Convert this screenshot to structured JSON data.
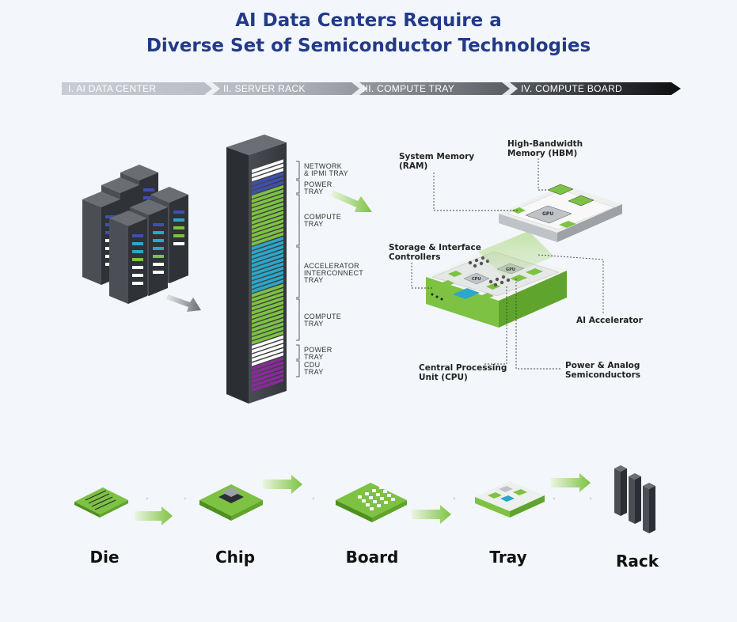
{
  "title": {
    "line1": "AI Data Centers Require a",
    "line2": "Diverse Set of Semiconductor Technologies"
  },
  "stages": [
    {
      "label": "I. AI DATA CENTER"
    },
    {
      "label": "II. SERVER RACK"
    },
    {
      "label": "III. COMPUTE TRAY"
    },
    {
      "label": "IV. COMPUTE BOARD"
    }
  ],
  "rack_labels": {
    "network_1": "NETWORK",
    "network_2": "& IPMI TRAY",
    "power_top_1": "POWER",
    "power_top_2": "TRAY",
    "compute_top_1": "COMPUTE",
    "compute_top_2": "TRAY",
    "accel_1": "ACCELERATOR",
    "accel_2": "INTERCONNECT",
    "accel_3": "TRAY",
    "compute_bot_1": "COMPUTE",
    "compute_bot_2": "TRAY",
    "power_bot_1": "POWER",
    "power_bot_2": "TRAY",
    "cdu_1": "CDU",
    "cdu_2": "TRAY"
  },
  "board_labels": {
    "system_memory_1": "System Memory",
    "system_memory_2": "(RAM)",
    "hbm_1": "High-Bandwidth",
    "hbm_2": "Memory (HBM)",
    "storage_1": "Storage & Interface",
    "storage_2": "Controllers",
    "ai_accel": "AI Accelerator",
    "cpu_1": "Central Processing",
    "cpu_2": "Unit (CPU)",
    "power_analog_1": "Power & Analog",
    "power_analog_2": "Semiconductors"
  },
  "chip_text": {
    "gpu": "GPU",
    "cpu": "CPU"
  },
  "bottom_steps": [
    {
      "label": "Die"
    },
    {
      "label": "Chip"
    },
    {
      "label": "Board"
    },
    {
      "label": "Tray"
    },
    {
      "label": "Rack"
    }
  ],
  "colors": {
    "title": "#233a8a",
    "accent_green": "#7dc242",
    "rack_dark": "#3a3d42",
    "cyan": "#2aa7c9",
    "purple": "#8a2a9a",
    "blue": "#3e4fb0"
  }
}
